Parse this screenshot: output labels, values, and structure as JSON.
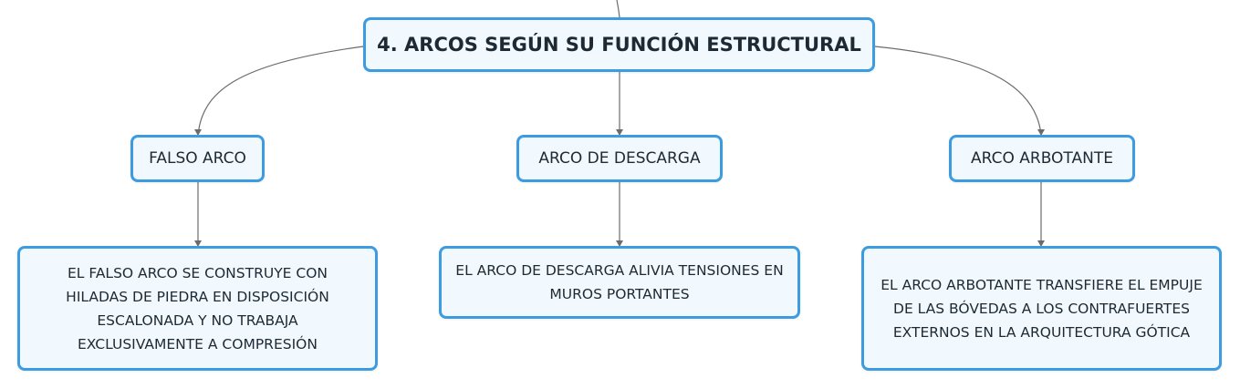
{
  "diagram": {
    "root": {
      "label": "4. ARCOS SEGÚN SU FUNCIÓN ESTRUCTURAL"
    },
    "branches": [
      {
        "label": "FALSO ARCO",
        "detail": [
          "EL FALSO ARCO SE CONSTRUYE CON",
          "HILADAS DE PIEDRA EN DISPOSICIÓN",
          "ESCALONADA Y NO TRABAJA",
          "EXCLUSIVAMENTE A COMPRESIÓN"
        ]
      },
      {
        "label": "ARCO DE DESCARGA",
        "detail": [
          "EL ARCO DE DESCARGA ALIVIA TENSIONES EN",
          "MUROS PORTANTES"
        ]
      },
      {
        "label": "ARCO ARBOTANTE",
        "detail": [
          "EL ARCO ARBOTANTE TRANSFIERE EL EMPUJE",
          "DE LAS BÓVEDAS A LOS CONTRAFUERTES",
          "EXTERNOS EN LA ARQUITECTURA GÓTICA"
        ]
      }
    ]
  },
  "colors": {
    "border": "#3d9be0",
    "fill": "#f1f8fe",
    "line": "#6b6b6b"
  }
}
